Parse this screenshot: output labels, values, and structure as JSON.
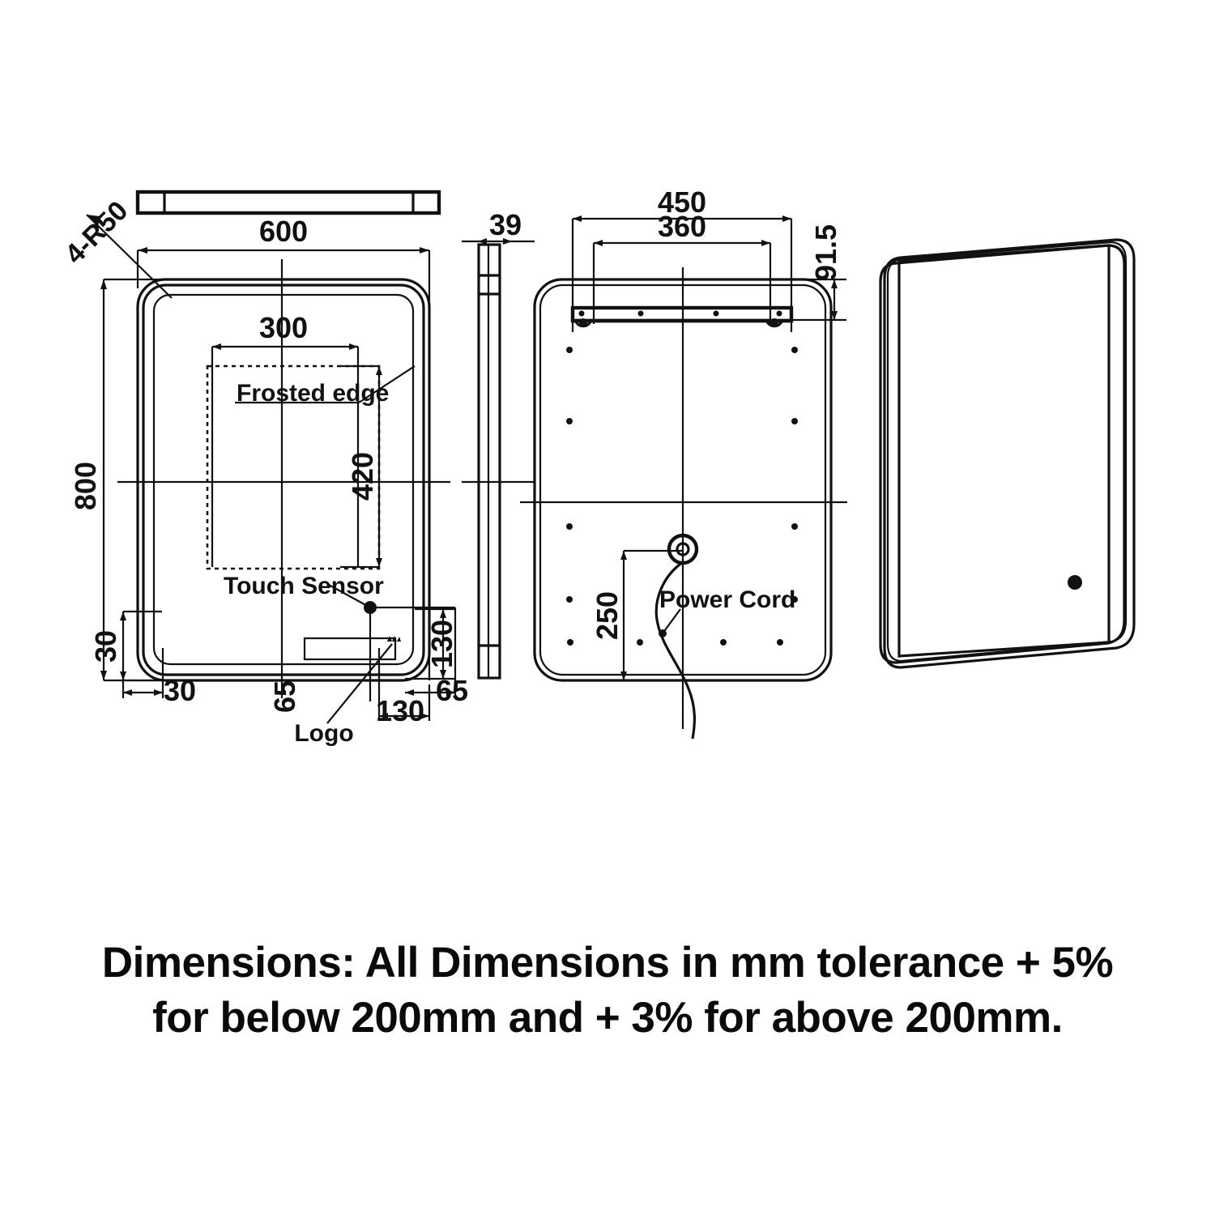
{
  "drawing": {
    "title": "LED Bathroom Mirror Technical Drawing",
    "units": "mm",
    "line_color": "#111111",
    "background_color": "#ffffff"
  },
  "caption": {
    "line1": "Dimensions: All Dimensions in mm tolerance + 5%",
    "line2": "for below 200mm and + 3% for above 200mm."
  },
  "views": {
    "top_view": {
      "name": "top-view"
    },
    "front_view": {
      "name": "front-view",
      "dimensions": {
        "width": "600",
        "height": "800",
        "corner_radius": "4-R50",
        "frosted_edge_width": "300",
        "frosted_edge_height": "420",
        "sensor_offset_bottom": "30",
        "sensor_offset_left": "30",
        "logo_offset_bottom": "65",
        "logo_offset_right": "65",
        "logo_width": "130",
        "sensor_box_height": "130"
      },
      "labels": {
        "frosted_edge": "Frosted edge",
        "touch_sensor": "Touch Sensor",
        "logo": "Logo"
      }
    },
    "side_view": {
      "name": "side-view",
      "dimensions": {
        "depth": "39"
      }
    },
    "back_view": {
      "name": "back-view",
      "dimensions": {
        "bracket_outer": "450",
        "bracket_inner": "360",
        "bracket_from_top": "91.5",
        "cord_from_bottom": "250"
      },
      "labels": {
        "power_cord": "Power Cord"
      }
    },
    "perspective_view": {
      "name": "perspective-view"
    }
  }
}
